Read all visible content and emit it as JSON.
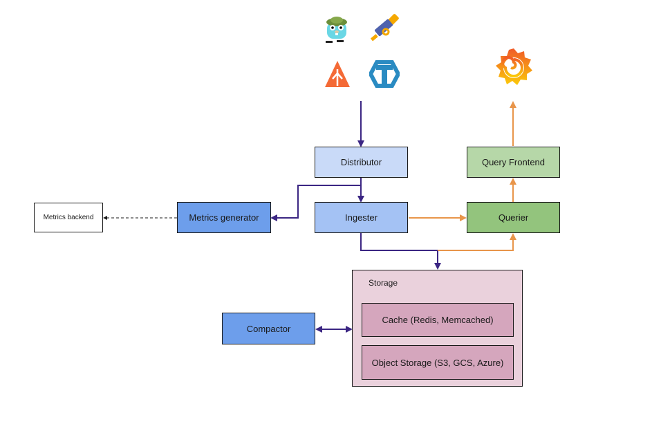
{
  "diagram": {
    "title": "Tempo architecture",
    "colors": {
      "write_path": "#3b2683",
      "read_path": "#e8954a",
      "distributor": "#c9daf8",
      "ingester": "#a4c2f4",
      "metrics_generator": "#6d9eeb",
      "compactor": "#6d9eeb",
      "query_frontend": "#b6d7a8",
      "querier": "#93c47d",
      "storage": "#ead1dc",
      "storage_inner": "#d5a6bd",
      "metrics_backend": "#ffffff"
    },
    "sources": [
      {
        "name": "gopher-icon",
        "label": "OpenTelemetry / Jaeger gopher"
      },
      {
        "name": "telescope-icon",
        "label": "OpenTelemetry"
      },
      {
        "name": "zipkin-icon",
        "label": "Zipkin-like"
      },
      {
        "name": "tempo-icon",
        "label": "Tempo"
      }
    ],
    "nodes": {
      "distributor": "Distributor",
      "ingester": "Ingester",
      "metrics_generator": "Metrics generator",
      "metrics_backend": "Metrics backend",
      "query_frontend": "Query Frontend",
      "querier": "Querier",
      "storage": "Storage",
      "cache": "Cache (Redis, Memcached)",
      "object_storage": "Object Storage (S3, GCS, Azure)",
      "compactor": "Compactor"
    },
    "edges": [
      {
        "from": "sources",
        "to": "distributor",
        "style": "write"
      },
      {
        "from": "distributor",
        "to": "ingester",
        "style": "write"
      },
      {
        "from": "distributor",
        "to": "metrics_generator",
        "style": "write"
      },
      {
        "from": "metrics_generator",
        "to": "metrics_backend",
        "style": "dashed"
      },
      {
        "from": "ingester",
        "to": "storage",
        "style": "write"
      },
      {
        "from": "ingester",
        "to": "querier",
        "style": "read"
      },
      {
        "from": "storage",
        "to": "querier",
        "style": "read"
      },
      {
        "from": "querier",
        "to": "query_frontend",
        "style": "read"
      },
      {
        "from": "query_frontend",
        "to": "grafana",
        "style": "read"
      },
      {
        "from": "compactor",
        "to": "storage",
        "style": "bidirectional"
      }
    ]
  }
}
